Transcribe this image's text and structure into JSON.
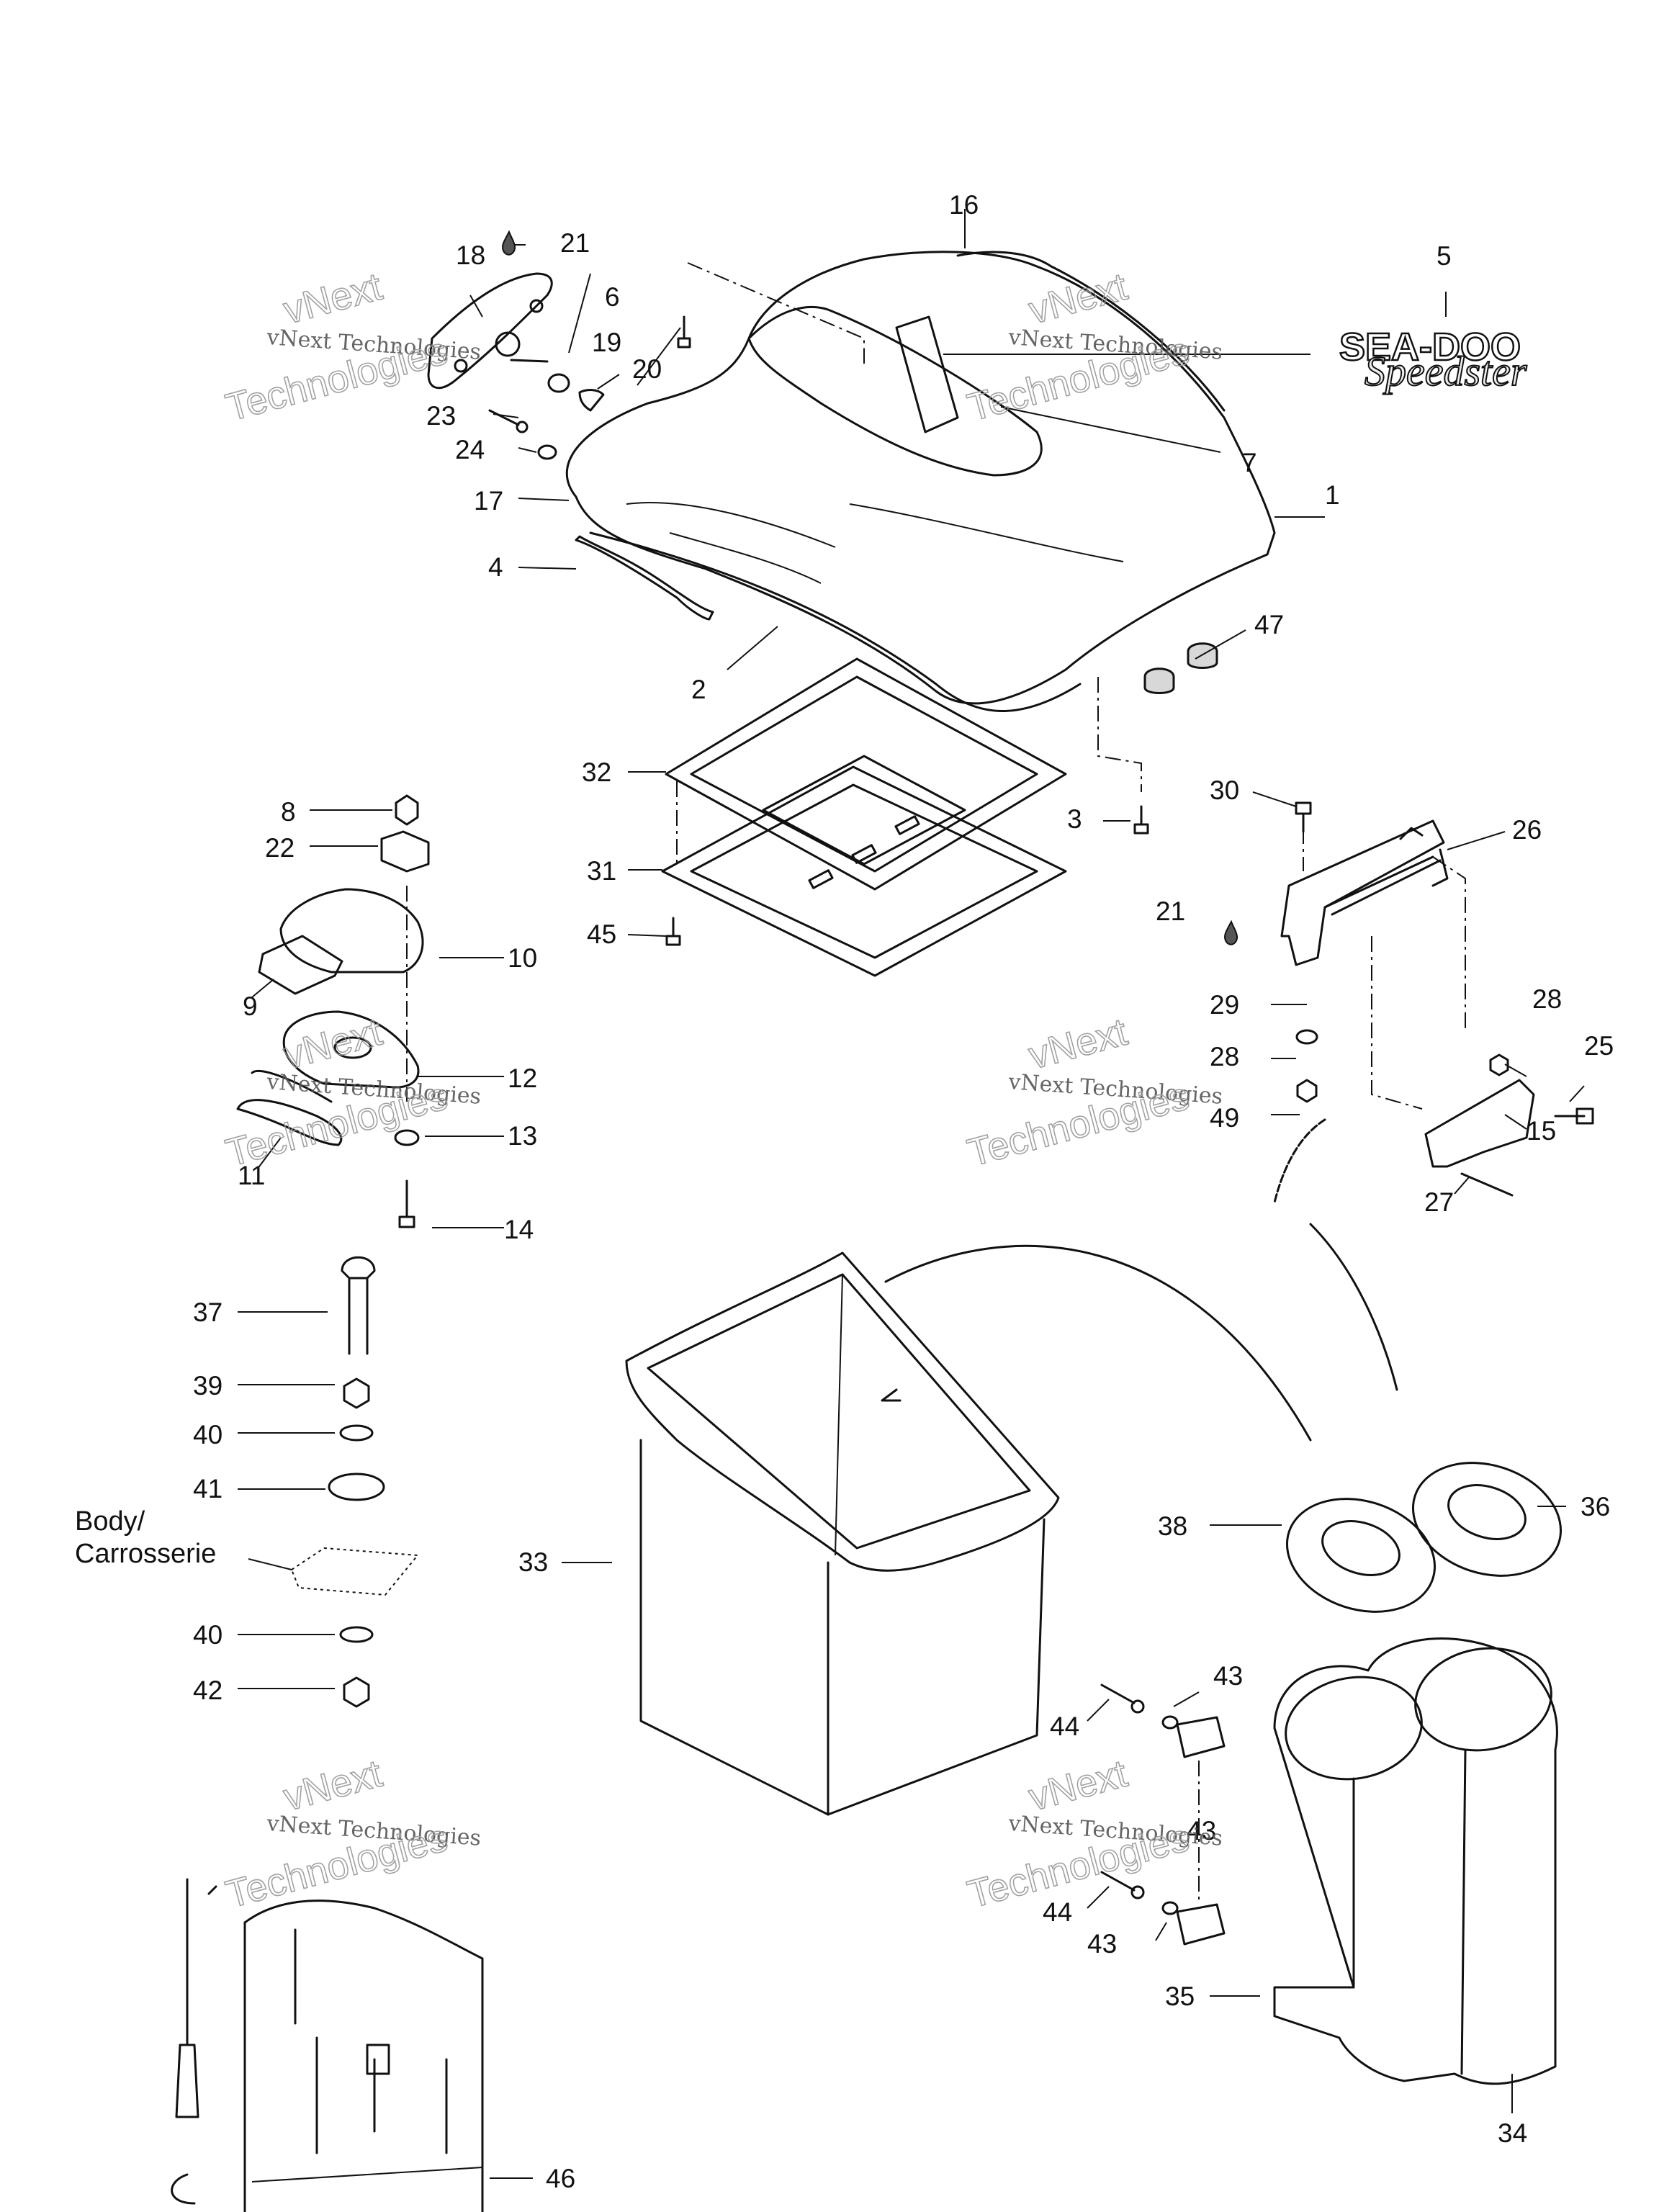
{
  "callouts": {
    "c1": "1",
    "c2": "2",
    "c3": "3",
    "c4": "4",
    "c5": "5",
    "c6": "6",
    "c7": "7",
    "c8": "8",
    "c9": "9",
    "c10": "10",
    "c11": "11",
    "c12": "12",
    "c13": "13",
    "c14": "14",
    "c15": "15",
    "c16": "16",
    "c17": "17",
    "c18": "18",
    "c19": "19",
    "c20": "20",
    "c21a": "21",
    "c21b": "21",
    "c22": "22",
    "c23": "23",
    "c24": "24",
    "c25": "25",
    "c26": "26",
    "c27": "27",
    "c28a": "28",
    "c28b": "28",
    "c29": "29",
    "c30": "30",
    "c31": "31",
    "c32": "32",
    "c33": "33",
    "c34": "34",
    "c35": "35",
    "c36": "36",
    "c37": "37",
    "c38": "38",
    "c39": "39",
    "c40a": "40",
    "c40b": "40",
    "c41": "41",
    "c42": "42",
    "c43a": "43",
    "c43b": "43",
    "c43c": "43",
    "c44a": "44",
    "c44b": "44",
    "c45": "45",
    "c46": "46",
    "c47": "47",
    "c49": "49"
  },
  "body_label": {
    "line1": "Body/",
    "line2": "Carrosserie"
  },
  "logo": {
    "brand": "SEA-DOO",
    "model": "Speedster"
  },
  "watermark": {
    "line1": "vNext",
    "line2": "vNext Technologies",
    "line3": "Technologies"
  }
}
